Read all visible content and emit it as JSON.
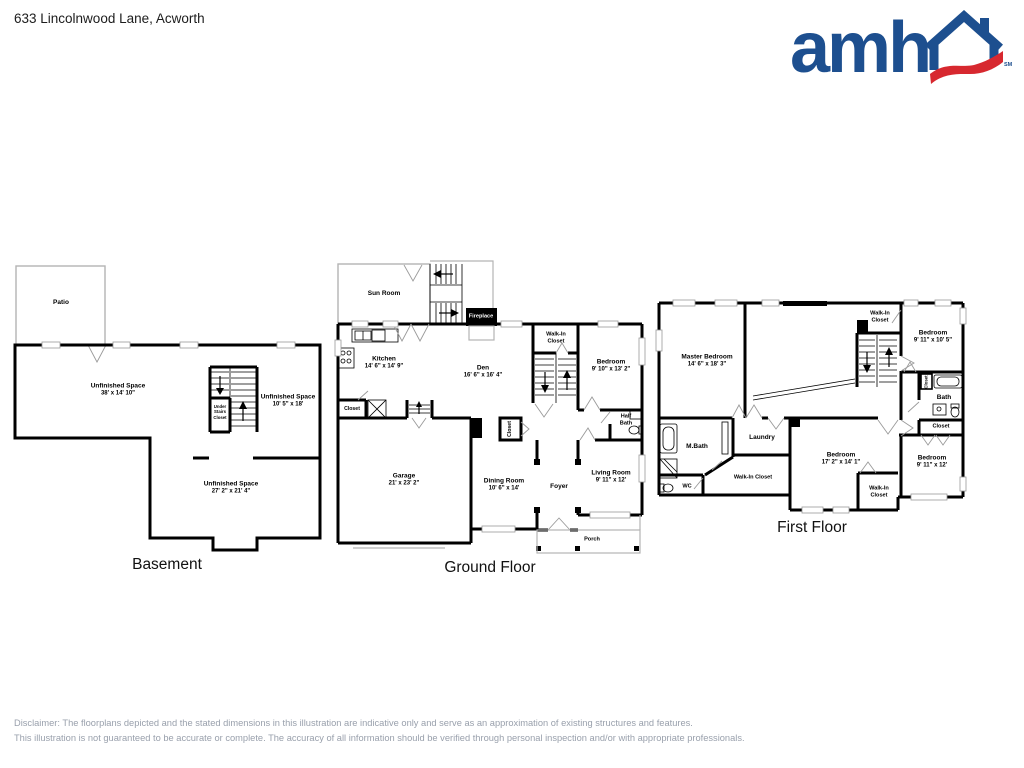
{
  "header": {
    "address": "633 Lincolnwood Lane, Acworth"
  },
  "logo": {
    "wordmark": "amh",
    "service_mark": "SM",
    "blue": "#1d4f8f",
    "red": "#d7282f"
  },
  "floors": {
    "basement": {
      "title": "Basement",
      "rooms": {
        "patio": {
          "label": "Patio"
        },
        "unfinished_upper": {
          "label": "Unfinished Space",
          "dims": "38' x 14' 10\""
        },
        "under_stairs": {
          "line1": "Under",
          "line2": "Stairs",
          "line3": "Closet"
        },
        "unfinished_right": {
          "label": "Unfinished Space",
          "dims": "10' 5\" x 18'"
        },
        "unfinished_lower": {
          "label": "Unfinished Space",
          "dims": "27' 2\" x 21' 4\""
        }
      }
    },
    "ground": {
      "title": "Ground Floor",
      "rooms": {
        "sun_room": {
          "label": "Sun Room"
        },
        "fireplace": {
          "label": "Fireplace"
        },
        "kitchen": {
          "label": "Kitchen",
          "dims": "14' 6\" x 14' 9\""
        },
        "den": {
          "label": "Den",
          "dims": "16' 6\" x 16' 4\""
        },
        "closet_kitchen": {
          "label": "Closet"
        },
        "walk_in_closet": {
          "label": "Walk-In",
          "label2": "Closet"
        },
        "bedroom": {
          "label": "Bedroom",
          "dims": "9' 10\" x 13' 2\""
        },
        "half_bath": {
          "line1": "Half",
          "line2": "Bath"
        },
        "closet_den": {
          "label": "Closet"
        },
        "garage": {
          "label": "Garage",
          "dims": "21' x 23' 2\""
        },
        "dining": {
          "label": "Dining Room",
          "dims": "10' 6\" x 14'"
        },
        "foyer": {
          "label": "Foyer"
        },
        "living": {
          "label": "Living Room",
          "dims": "9' 11\" x 12'"
        },
        "porch": {
          "label": "Porch"
        }
      }
    },
    "first": {
      "title": "First Floor",
      "rooms": {
        "master": {
          "label": "Master Bedroom",
          "dims": "14' 6\" x 18' 3\""
        },
        "walk_in_top": {
          "label": "Walk-In",
          "label2": "Closet"
        },
        "bedroom_tr": {
          "label": "Bedroom",
          "dims": "9' 11\" x 10' 5\""
        },
        "closet_bath": {
          "label": "Closet"
        },
        "bath": {
          "label": "Bath"
        },
        "closet_right": {
          "label": "Closet"
        },
        "mbath": {
          "label": "M.Bath"
        },
        "wc": {
          "label": "WC"
        },
        "laundry": {
          "label": "Laundry"
        },
        "walk_in_mid": {
          "label": "Walk-In Closet"
        },
        "bedroom_mid": {
          "label": "Bedroom",
          "dims": "17' 2\" x 14' 1\""
        },
        "walk_in_bottom": {
          "label": "Walk-In",
          "label2": "Closet"
        },
        "bedroom_br": {
          "label": "Bedroom",
          "dims": "9' 11\" x 12'"
        }
      }
    }
  },
  "disclaimer": {
    "line1": "Disclaimer: The floorplans depicted and the stated dimensions in this illustration are indicative only and serve as an approximation of existing structures and features.",
    "line2": "This illustration is not guaranteed to be accurate or complete. The accuracy of all information should be verified through personal inspection and/or with appropriate professionals."
  }
}
